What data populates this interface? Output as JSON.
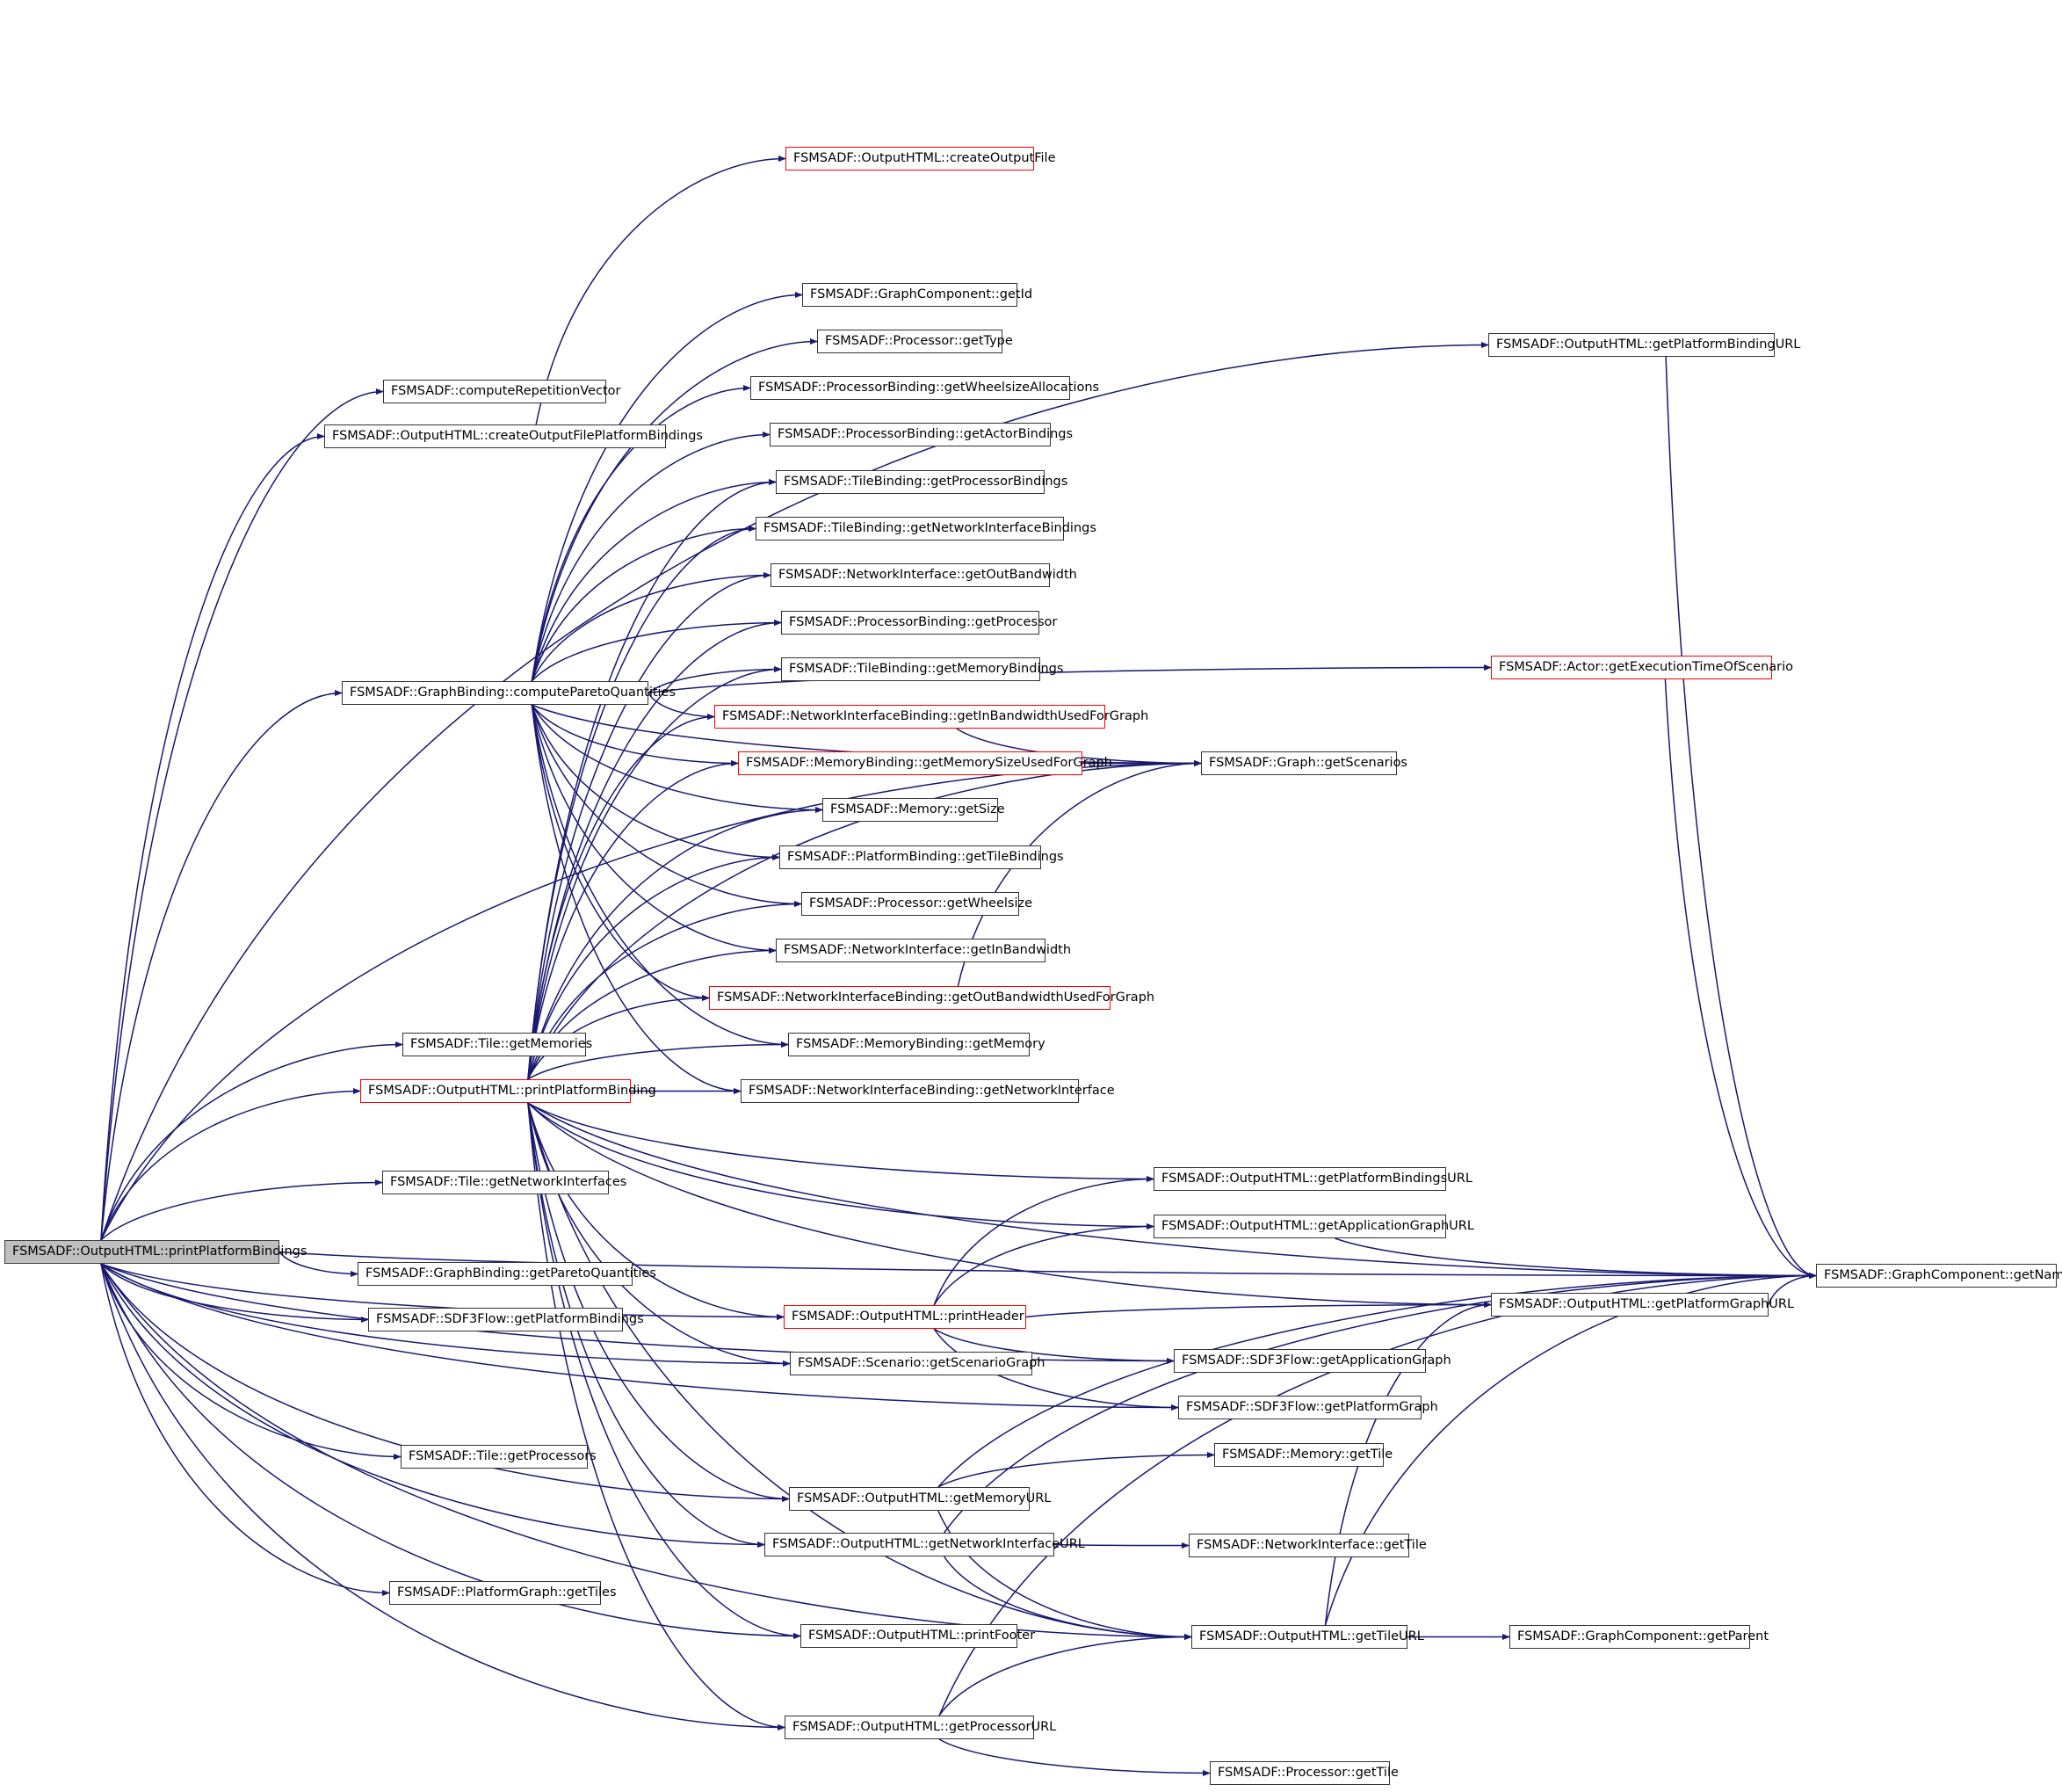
{
  "diagram": {
    "type": "call-graph",
    "edge_color": "#191970",
    "node_border_color": "#333333",
    "incomplete_node_border_color": "#ff0000",
    "root_fill_color": "#bfbfbf",
    "nodes": [
      {
        "id": "root",
        "label": "FSMSADF::OutputHTML::printPlatformBindings",
        "style": "root"
      },
      {
        "id": "computeRepetitionVector",
        "label": "FSMSADF::computeRepetitionVector",
        "style": "normal"
      },
      {
        "id": "createOutputFilePlatformBindings",
        "label": "FSMSADF::OutputHTML::createOutputFilePlatformBindings",
        "style": "normal"
      },
      {
        "id": "computeParetoQuantities",
        "label": "FSMSADF::GraphBinding::computeParetoQuantities",
        "style": "normal"
      },
      {
        "id": "getMemories",
        "label": "FSMSADF::Tile::getMemories",
        "style": "normal"
      },
      {
        "id": "printPlatformBinding",
        "label": "FSMSADF::OutputHTML::printPlatformBinding",
        "style": "red"
      },
      {
        "id": "getNetworkInterfaces",
        "label": "FSMSADF::Tile::getNetworkInterfaces",
        "style": "normal"
      },
      {
        "id": "getParetoQuantities",
        "label": "FSMSADF::GraphBinding::getParetoQuantities",
        "style": "normal"
      },
      {
        "id": "getPlatformBindings",
        "label": "FSMSADF::SDF3Flow::getPlatformBindings",
        "style": "normal"
      },
      {
        "id": "getProcessors",
        "label": "FSMSADF::Tile::getProcessors",
        "style": "normal"
      },
      {
        "id": "getTiles",
        "label": "FSMSADF::PlatformGraph::getTiles",
        "style": "normal"
      },
      {
        "id": "createOutputFile",
        "label": "FSMSADF::OutputHTML::createOutputFile",
        "style": "red"
      },
      {
        "id": "getId",
        "label": "FSMSADF::GraphComponent::getId",
        "style": "normal"
      },
      {
        "id": "getType",
        "label": "FSMSADF::Processor::getType",
        "style": "normal"
      },
      {
        "id": "getWheelsizeAllocations",
        "label": "FSMSADF::ProcessorBinding::getWheelsizeAllocations",
        "style": "normal"
      },
      {
        "id": "getActorBindings",
        "label": "FSMSADF::ProcessorBinding::getActorBindings",
        "style": "normal"
      },
      {
        "id": "getProcessorBindings",
        "label": "FSMSADF::TileBinding::getProcessorBindings",
        "style": "normal"
      },
      {
        "id": "getNetworkInterfaceBindings",
        "label": "FSMSADF::TileBinding::getNetworkInterfaceBindings",
        "style": "normal"
      },
      {
        "id": "getOutBandwidth",
        "label": "FSMSADF::NetworkInterface::getOutBandwidth",
        "style": "normal"
      },
      {
        "id": "getProcessor",
        "label": "FSMSADF::ProcessorBinding::getProcessor",
        "style": "normal"
      },
      {
        "id": "getMemoryBindings",
        "label": "FSMSADF::TileBinding::getMemoryBindings",
        "style": "normal"
      },
      {
        "id": "getInBandwidthUsedForGraph",
        "label": "FSMSADF::NetworkInterfaceBinding::getInBandwidthUsedForGraph",
        "style": "red"
      },
      {
        "id": "getMemorySizeUsedForGraph",
        "label": "FSMSADF::MemoryBinding::getMemorySizeUsedForGraph",
        "style": "red"
      },
      {
        "id": "getSize",
        "label": "FSMSADF::Memory::getSize",
        "style": "normal"
      },
      {
        "id": "getTileBindings",
        "label": "FSMSADF::PlatformBinding::getTileBindings",
        "style": "normal"
      },
      {
        "id": "getWheelsize",
        "label": "FSMSADF::Processor::getWheelsize",
        "style": "normal"
      },
      {
        "id": "getInBandwidth",
        "label": "FSMSADF::NetworkInterface::getInBandwidth",
        "style": "normal"
      },
      {
        "id": "getOutBandwidthUsedForGraph",
        "label": "FSMSADF::NetworkInterfaceBinding::getOutBandwidthUsedForGraph",
        "style": "red"
      },
      {
        "id": "getMemory",
        "label": "FSMSADF::MemoryBinding::getMemory",
        "style": "normal"
      },
      {
        "id": "getNetworkInterface",
        "label": "FSMSADF::NetworkInterfaceBinding::getNetworkInterface",
        "style": "normal"
      },
      {
        "id": "printHeader",
        "label": "FSMSADF::OutputHTML::printHeader",
        "style": "red"
      },
      {
        "id": "getScenarioGraph",
        "label": "FSMSADF::Scenario::getScenarioGraph",
        "style": "normal"
      },
      {
        "id": "getMemoryURL",
        "label": "FSMSADF::OutputHTML::getMemoryURL",
        "style": "normal"
      },
      {
        "id": "getNetworkInterfaceURL",
        "label": "FSMSADF::OutputHTML::getNetworkInterfaceURL",
        "style": "normal"
      },
      {
        "id": "printFooter",
        "label": "FSMSADF::OutputHTML::printFooter",
        "style": "normal"
      },
      {
        "id": "getProcessorURL",
        "label": "FSMSADF::OutputHTML::getProcessorURL",
        "style": "normal"
      },
      {
        "id": "getScenarios",
        "label": "FSMSADF::Graph::getScenarios",
        "style": "normal"
      },
      {
        "id": "getPlatformBindingsURL",
        "label": "FSMSADF::OutputHTML::getPlatformBindingsURL",
        "style": "normal"
      },
      {
        "id": "getApplicationGraphURL",
        "label": "FSMSADF::OutputHTML::getApplicationGraphURL",
        "style": "normal"
      },
      {
        "id": "getApplicationGraph",
        "label": "FSMSADF::SDF3Flow::getApplicationGraph",
        "style": "normal"
      },
      {
        "id": "getPlatformGraph",
        "label": "FSMSADF::SDF3Flow::getPlatformGraph",
        "style": "normal"
      },
      {
        "id": "memGetTile",
        "label": "FSMSADF::Memory::getTile",
        "style": "normal"
      },
      {
        "id": "niGetTile",
        "label": "FSMSADF::NetworkInterface::getTile",
        "style": "normal"
      },
      {
        "id": "getTileURL",
        "label": "FSMSADF::OutputHTML::getTileURL",
        "style": "normal"
      },
      {
        "id": "procGetTile",
        "label": "FSMSADF::Processor::getTile",
        "style": "normal"
      },
      {
        "id": "getPlatformBindingURL",
        "label": "FSMSADF::OutputHTML::getPlatformBindingURL",
        "style": "normal"
      },
      {
        "id": "getExecutionTimeOfScenario",
        "label": "FSMSADF::Actor::getExecutionTimeOfScenario",
        "style": "red"
      },
      {
        "id": "getPlatformGraphURL",
        "label": "FSMSADF::OutputHTML::getPlatformGraphURL",
        "style": "normal"
      },
      {
        "id": "getParent",
        "label": "FSMSADF::GraphComponent::getParent",
        "style": "normal"
      },
      {
        "id": "getName",
        "label": "FSMSADF::GraphComponent::getName",
        "style": "normal"
      }
    ],
    "edges": [
      [
        "root",
        "computeRepetitionVector"
      ],
      [
        "root",
        "createOutputFilePlatformBindings"
      ],
      [
        "root",
        "computeParetoQuantities"
      ],
      [
        "root",
        "getMemories"
      ],
      [
        "root",
        "printPlatformBinding"
      ],
      [
        "root",
        "getNetworkInterfaces"
      ],
      [
        "root",
        "getParetoQuantities"
      ],
      [
        "root",
        "getPlatformBindings"
      ],
      [
        "root",
        "getProcessors"
      ],
      [
        "root",
        "getTiles"
      ],
      [
        "root",
        "getScenarios"
      ],
      [
        "root",
        "getPlatformBindingURL"
      ],
      [
        "root",
        "getName"
      ],
      [
        "root",
        "getScenarioGraph"
      ],
      [
        "root",
        "getPlatformGraph"
      ],
      [
        "root",
        "getApplicationGraph"
      ],
      [
        "root",
        "getMemoryURL"
      ],
      [
        "root",
        "getNetworkInterfaceURL"
      ],
      [
        "root",
        "printFooter"
      ],
      [
        "root",
        "getTileURL"
      ],
      [
        "root",
        "getProcessorURL"
      ],
      [
        "root",
        "printHeader"
      ],
      [
        "createOutputFilePlatformBindings",
        "createOutputFile"
      ],
      [
        "computeParetoQuantities",
        "getId"
      ],
      [
        "computeParetoQuantities",
        "getType"
      ],
      [
        "computeParetoQuantities",
        "getWheelsizeAllocations"
      ],
      [
        "computeParetoQuantities",
        "getActorBindings"
      ],
      [
        "computeParetoQuantities",
        "getProcessorBindings"
      ],
      [
        "computeParetoQuantities",
        "getNetworkInterfaceBindings"
      ],
      [
        "computeParetoQuantities",
        "getOutBandwidth"
      ],
      [
        "computeParetoQuantities",
        "getProcessor"
      ],
      [
        "computeParetoQuantities",
        "getMemoryBindings"
      ],
      [
        "computeParetoQuantities",
        "getInBandwidthUsedForGraph"
      ],
      [
        "computeParetoQuantities",
        "getMemorySizeUsedForGraph"
      ],
      [
        "computeParetoQuantities",
        "getSize"
      ],
      [
        "computeParetoQuantities",
        "getTileBindings"
      ],
      [
        "computeParetoQuantities",
        "getWheelsize"
      ],
      [
        "computeParetoQuantities",
        "getInBandwidth"
      ],
      [
        "computeParetoQuantities",
        "getOutBandwidthUsedForGraph"
      ],
      [
        "computeParetoQuantities",
        "getMemory"
      ],
      [
        "computeParetoQuantities",
        "getNetworkInterface"
      ],
      [
        "computeParetoQuantities",
        "getExecutionTimeOfScenario"
      ],
      [
        "computeParetoQuantities",
        "getScenarios"
      ],
      [
        "printPlatformBinding",
        "getProcessorBindings"
      ],
      [
        "printPlatformBinding",
        "getNetworkInterfaceBindings"
      ],
      [
        "printPlatformBinding",
        "getOutBandwidth"
      ],
      [
        "printPlatformBinding",
        "getProcessor"
      ],
      [
        "printPlatformBinding",
        "getMemoryBindings"
      ],
      [
        "printPlatformBinding",
        "getInBandwidthUsedForGraph"
      ],
      [
        "printPlatformBinding",
        "getMemorySizeUsedForGraph"
      ],
      [
        "printPlatformBinding",
        "getSize"
      ],
      [
        "printPlatformBinding",
        "getTileBindings"
      ],
      [
        "printPlatformBinding",
        "getWheelsize"
      ],
      [
        "printPlatformBinding",
        "getInBandwidth"
      ],
      [
        "printPlatformBinding",
        "getOutBandwidthUsedForGraph"
      ],
      [
        "printPlatformBinding",
        "getMemory"
      ],
      [
        "printPlatformBinding",
        "getNetworkInterface"
      ],
      [
        "printPlatformBinding",
        "getScenarios"
      ],
      [
        "printPlatformBinding",
        "getName"
      ],
      [
        "printPlatformBinding",
        "getPlatformBindingsURL"
      ],
      [
        "printPlatformBinding",
        "getApplicationGraphURL"
      ],
      [
        "printPlatformBinding",
        "getPlatformGraphURL"
      ],
      [
        "printPlatformBinding",
        "printHeader"
      ],
      [
        "printPlatformBinding",
        "getScenarioGraph"
      ],
      [
        "printPlatformBinding",
        "getMemoryURL"
      ],
      [
        "printPlatformBinding",
        "getNetworkInterfaceURL"
      ],
      [
        "printPlatformBinding",
        "printFooter"
      ],
      [
        "printPlatformBinding",
        "getProcessorURL"
      ],
      [
        "printPlatformBinding",
        "getTileURL"
      ],
      [
        "getInBandwidthUsedForGraph",
        "getScenarios"
      ],
      [
        "getMemorySizeUsedForGraph",
        "getScenarios"
      ],
      [
        "getOutBandwidthUsedForGraph",
        "getScenarios"
      ],
      [
        "printHeader",
        "getPlatformBindingsURL"
      ],
      [
        "printHeader",
        "getApplicationGraphURL"
      ],
      [
        "printHeader",
        "getPlatformGraphURL"
      ],
      [
        "printHeader",
        "getApplicationGraph"
      ],
      [
        "printHeader",
        "getPlatformGraph"
      ],
      [
        "getApplicationGraphURL",
        "getName"
      ],
      [
        "getPlatformGraphURL",
        "getName"
      ],
      [
        "getPlatformBindingURL",
        "getName"
      ],
      [
        "getExecutionTimeOfScenario",
        "getName"
      ],
      [
        "getMemoryURL",
        "memGetTile"
      ],
      [
        "getMemoryURL",
        "getName"
      ],
      [
        "getMemoryURL",
        "getTileURL"
      ],
      [
        "getNetworkInterfaceURL",
        "niGetTile"
      ],
      [
        "getNetworkInterfaceURL",
        "getName"
      ],
      [
        "getNetworkInterfaceURL",
        "getTileURL"
      ],
      [
        "getProcessorURL",
        "procGetTile"
      ],
      [
        "getProcessorURL",
        "getName"
      ],
      [
        "getProcessorURL",
        "getTileURL"
      ],
      [
        "getTileURL",
        "getParent"
      ],
      [
        "getTileURL",
        "getName"
      ],
      [
        "getTileURL",
        "getPlatformGraphURL"
      ]
    ]
  }
}
